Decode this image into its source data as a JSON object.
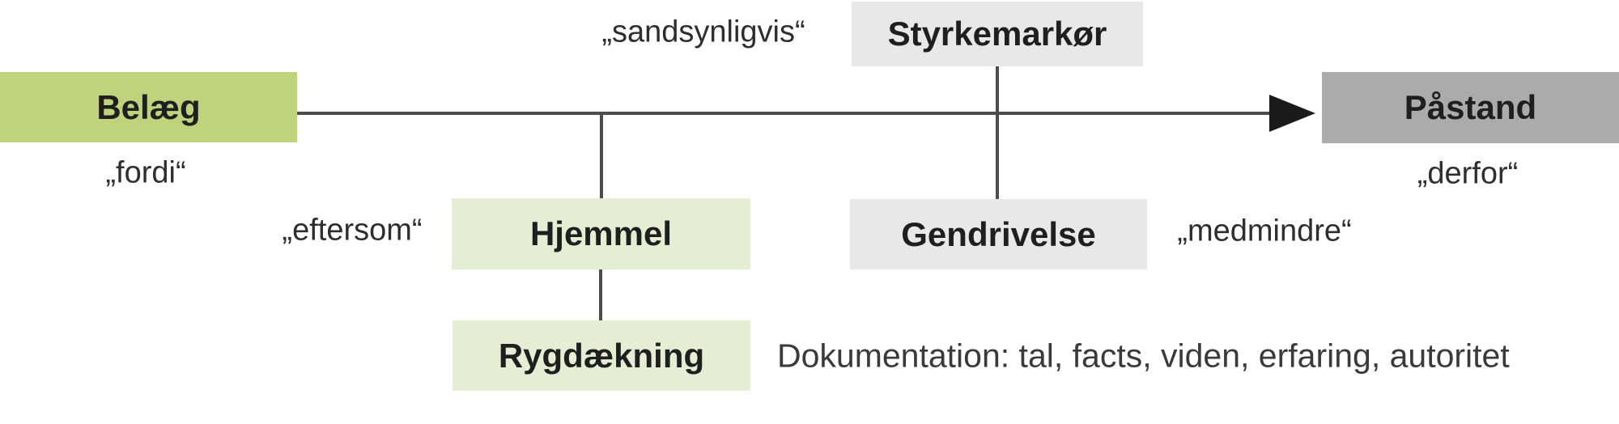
{
  "diagram": {
    "nodes": {
      "belaeg": {
        "label": "Belæg"
      },
      "styrkemarkor": {
        "label": "Styrkemarkør"
      },
      "pastand": {
        "label": "Påstand"
      },
      "hjemmel": {
        "label": "Hjemmel"
      },
      "gendrivelse": {
        "label": "Gendrivelse"
      },
      "rygdaekning": {
        "label": "Rygdækning"
      }
    },
    "quote_labels": {
      "fordi": "„fordi“",
      "sandsynligvis": "„sandsynligvis“",
      "derfor": "„derfor“",
      "eftersom": "„eftersom“",
      "medmindre": "„medmindre“"
    },
    "annotation": {
      "dokumentation": "Dokumentation: tal, facts, viden, erfaring, autoritet"
    },
    "colors": {
      "strong_green": "#bfd27c",
      "pale_green": "#e5eed3",
      "light_gray": "#e8e8e8",
      "medium_gray": "#ababab",
      "line": "#4d4d4d",
      "arrowhead": "#1a1a1a",
      "text": "#1f1f1f"
    }
  }
}
